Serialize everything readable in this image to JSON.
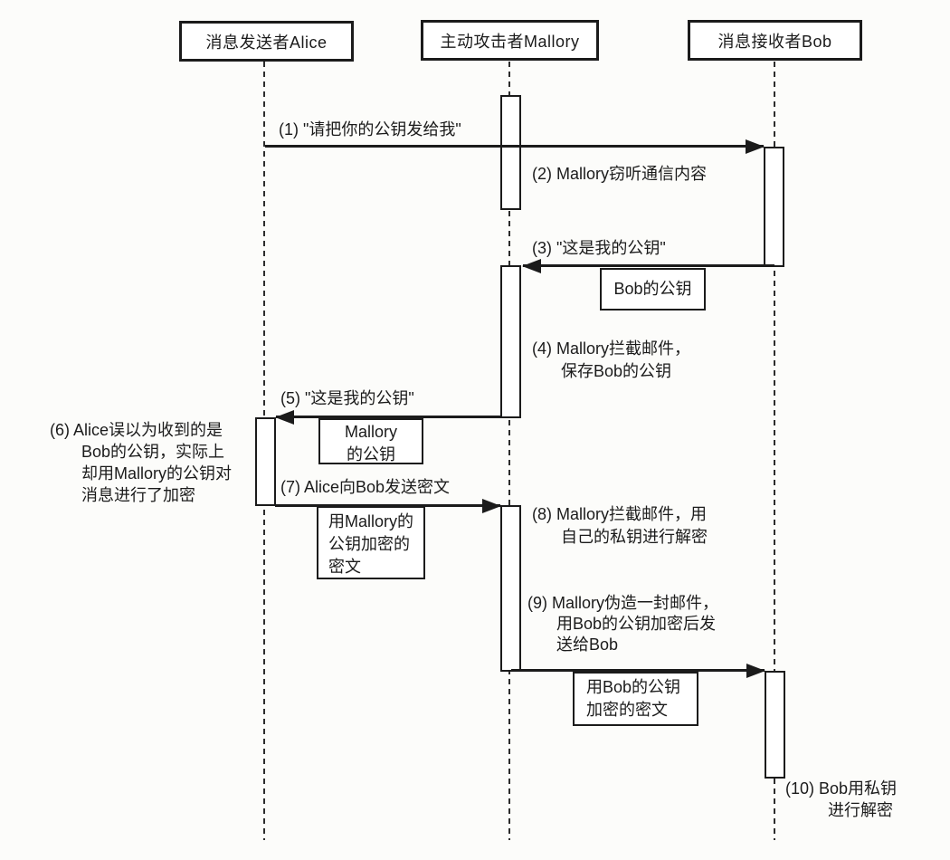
{
  "diagram_title": "Man-in-the-middle attack sequence diagram",
  "colors": {
    "ink": "#1b1b1b",
    "background": "#fcfcfa",
    "box_fill": "#ffffff"
  },
  "actors": {
    "alice": {
      "label": "消息发送者Alice"
    },
    "mallory": {
      "label": "主动攻击者Mallory"
    },
    "bob": {
      "label": "消息接收者Bob"
    }
  },
  "annotations": {
    "m1": {
      "l1": "(1) \"请把你的公钥发给我\""
    },
    "m2": {
      "l1": "(2) Mallory窃听通信内容"
    },
    "m3": {
      "l1": "(3) \"这是我的公钥\""
    },
    "m4": {
      "l1": "(4) Mallory拦截邮件，",
      "l2": "保存Bob的公钥"
    },
    "m5": {
      "l1": "(5) \"这是我的公钥\""
    },
    "m6": {
      "l1": "(6) Alice误以为收到的是",
      "l2": "Bob的公钥，实际上",
      "l3": "却用Mallory的公钥对",
      "l4": "消息进行了加密"
    },
    "m7": {
      "l1": "(7) Alice向Bob发送密文"
    },
    "m8": {
      "l1": "(8) Mallory拦截邮件，用",
      "l2": "自己的私钥进行解密"
    },
    "m9": {
      "l1": "(9) Mallory伪造一封邮件，",
      "l2": "用Bob的公钥加密后发",
      "l3": "送给Bob"
    },
    "m10": {
      "l1": "(10) Bob用私钥",
      "l2": "进行解密"
    }
  },
  "note_boxes": {
    "bob_key": {
      "l1": "Bob的公钥"
    },
    "mallory_key": {
      "l1": "Mallory",
      "l2": "的公钥"
    },
    "mallory_cipher": {
      "l1": "用Mallory的",
      "l2": "公钥加密的",
      "l3": "密文"
    },
    "bob_cipher": {
      "l1": "用Bob的公钥",
      "l2": "加密的密文"
    }
  }
}
